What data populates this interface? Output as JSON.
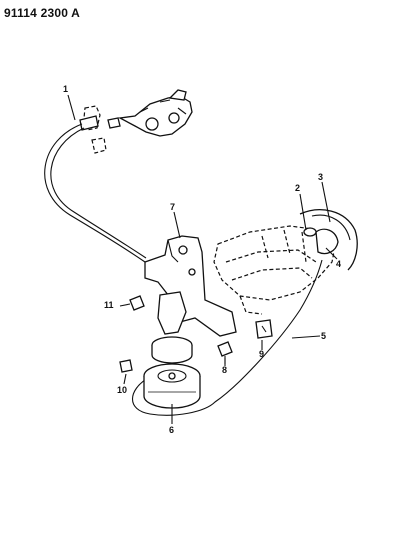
{
  "diagram_code": "91114 2300 A",
  "callouts": [
    {
      "id": "1",
      "label": "1"
    },
    {
      "id": "2",
      "label": "2"
    },
    {
      "id": "3",
      "label": "3"
    },
    {
      "id": "4",
      "label": "4"
    },
    {
      "id": "5",
      "label": "5"
    },
    {
      "id": "6",
      "label": "6"
    },
    {
      "id": "7",
      "label": "7"
    },
    {
      "id": "8",
      "label": "8"
    },
    {
      "id": "9",
      "label": "9"
    },
    {
      "id": "10",
      "label": "10"
    },
    {
      "id": "11",
      "label": "11"
    }
  ]
}
